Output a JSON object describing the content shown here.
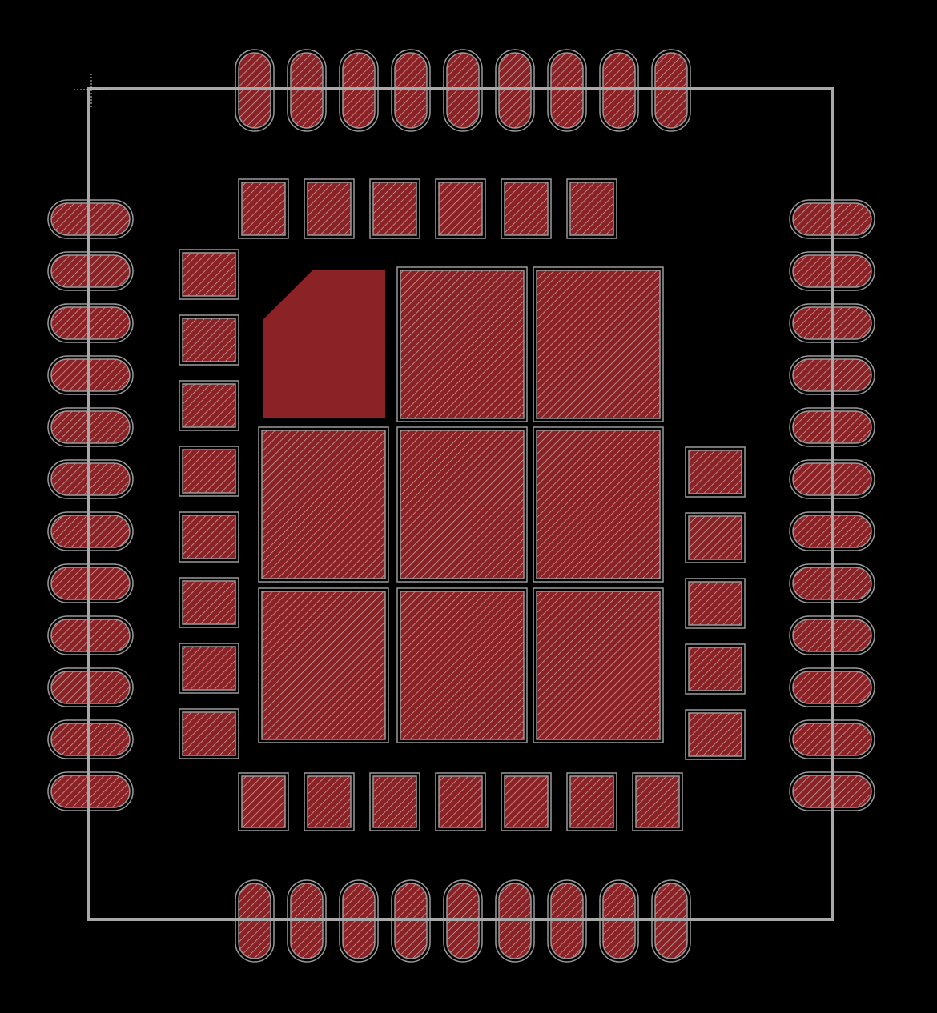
{
  "view": {
    "background": "#000000"
  },
  "layers": {
    "pad_fill": "#8b2226",
    "hatch_stroke": "#c9a6a8",
    "outline_stroke": "#9a9a9a",
    "board_outline": "#a8a8a8",
    "origin_marker": "#d0d0d0"
  },
  "footprint": {
    "top_row_oval_pads": 9,
    "bottom_row_oval_pads": 9,
    "left_column_oval_pads": 12,
    "right_column_oval_pads": 12,
    "inner_top_square_pads": 6,
    "inner_bottom_square_pads": 7,
    "inner_left_square_pads": 8,
    "inner_right_square_pads": 5,
    "center_pad_grid": "3x3",
    "pin1_pad": "chamfered-solid"
  },
  "tool_state": {
    "selected_object": "pin1-chamfered-pad",
    "layer_visible": true
  }
}
